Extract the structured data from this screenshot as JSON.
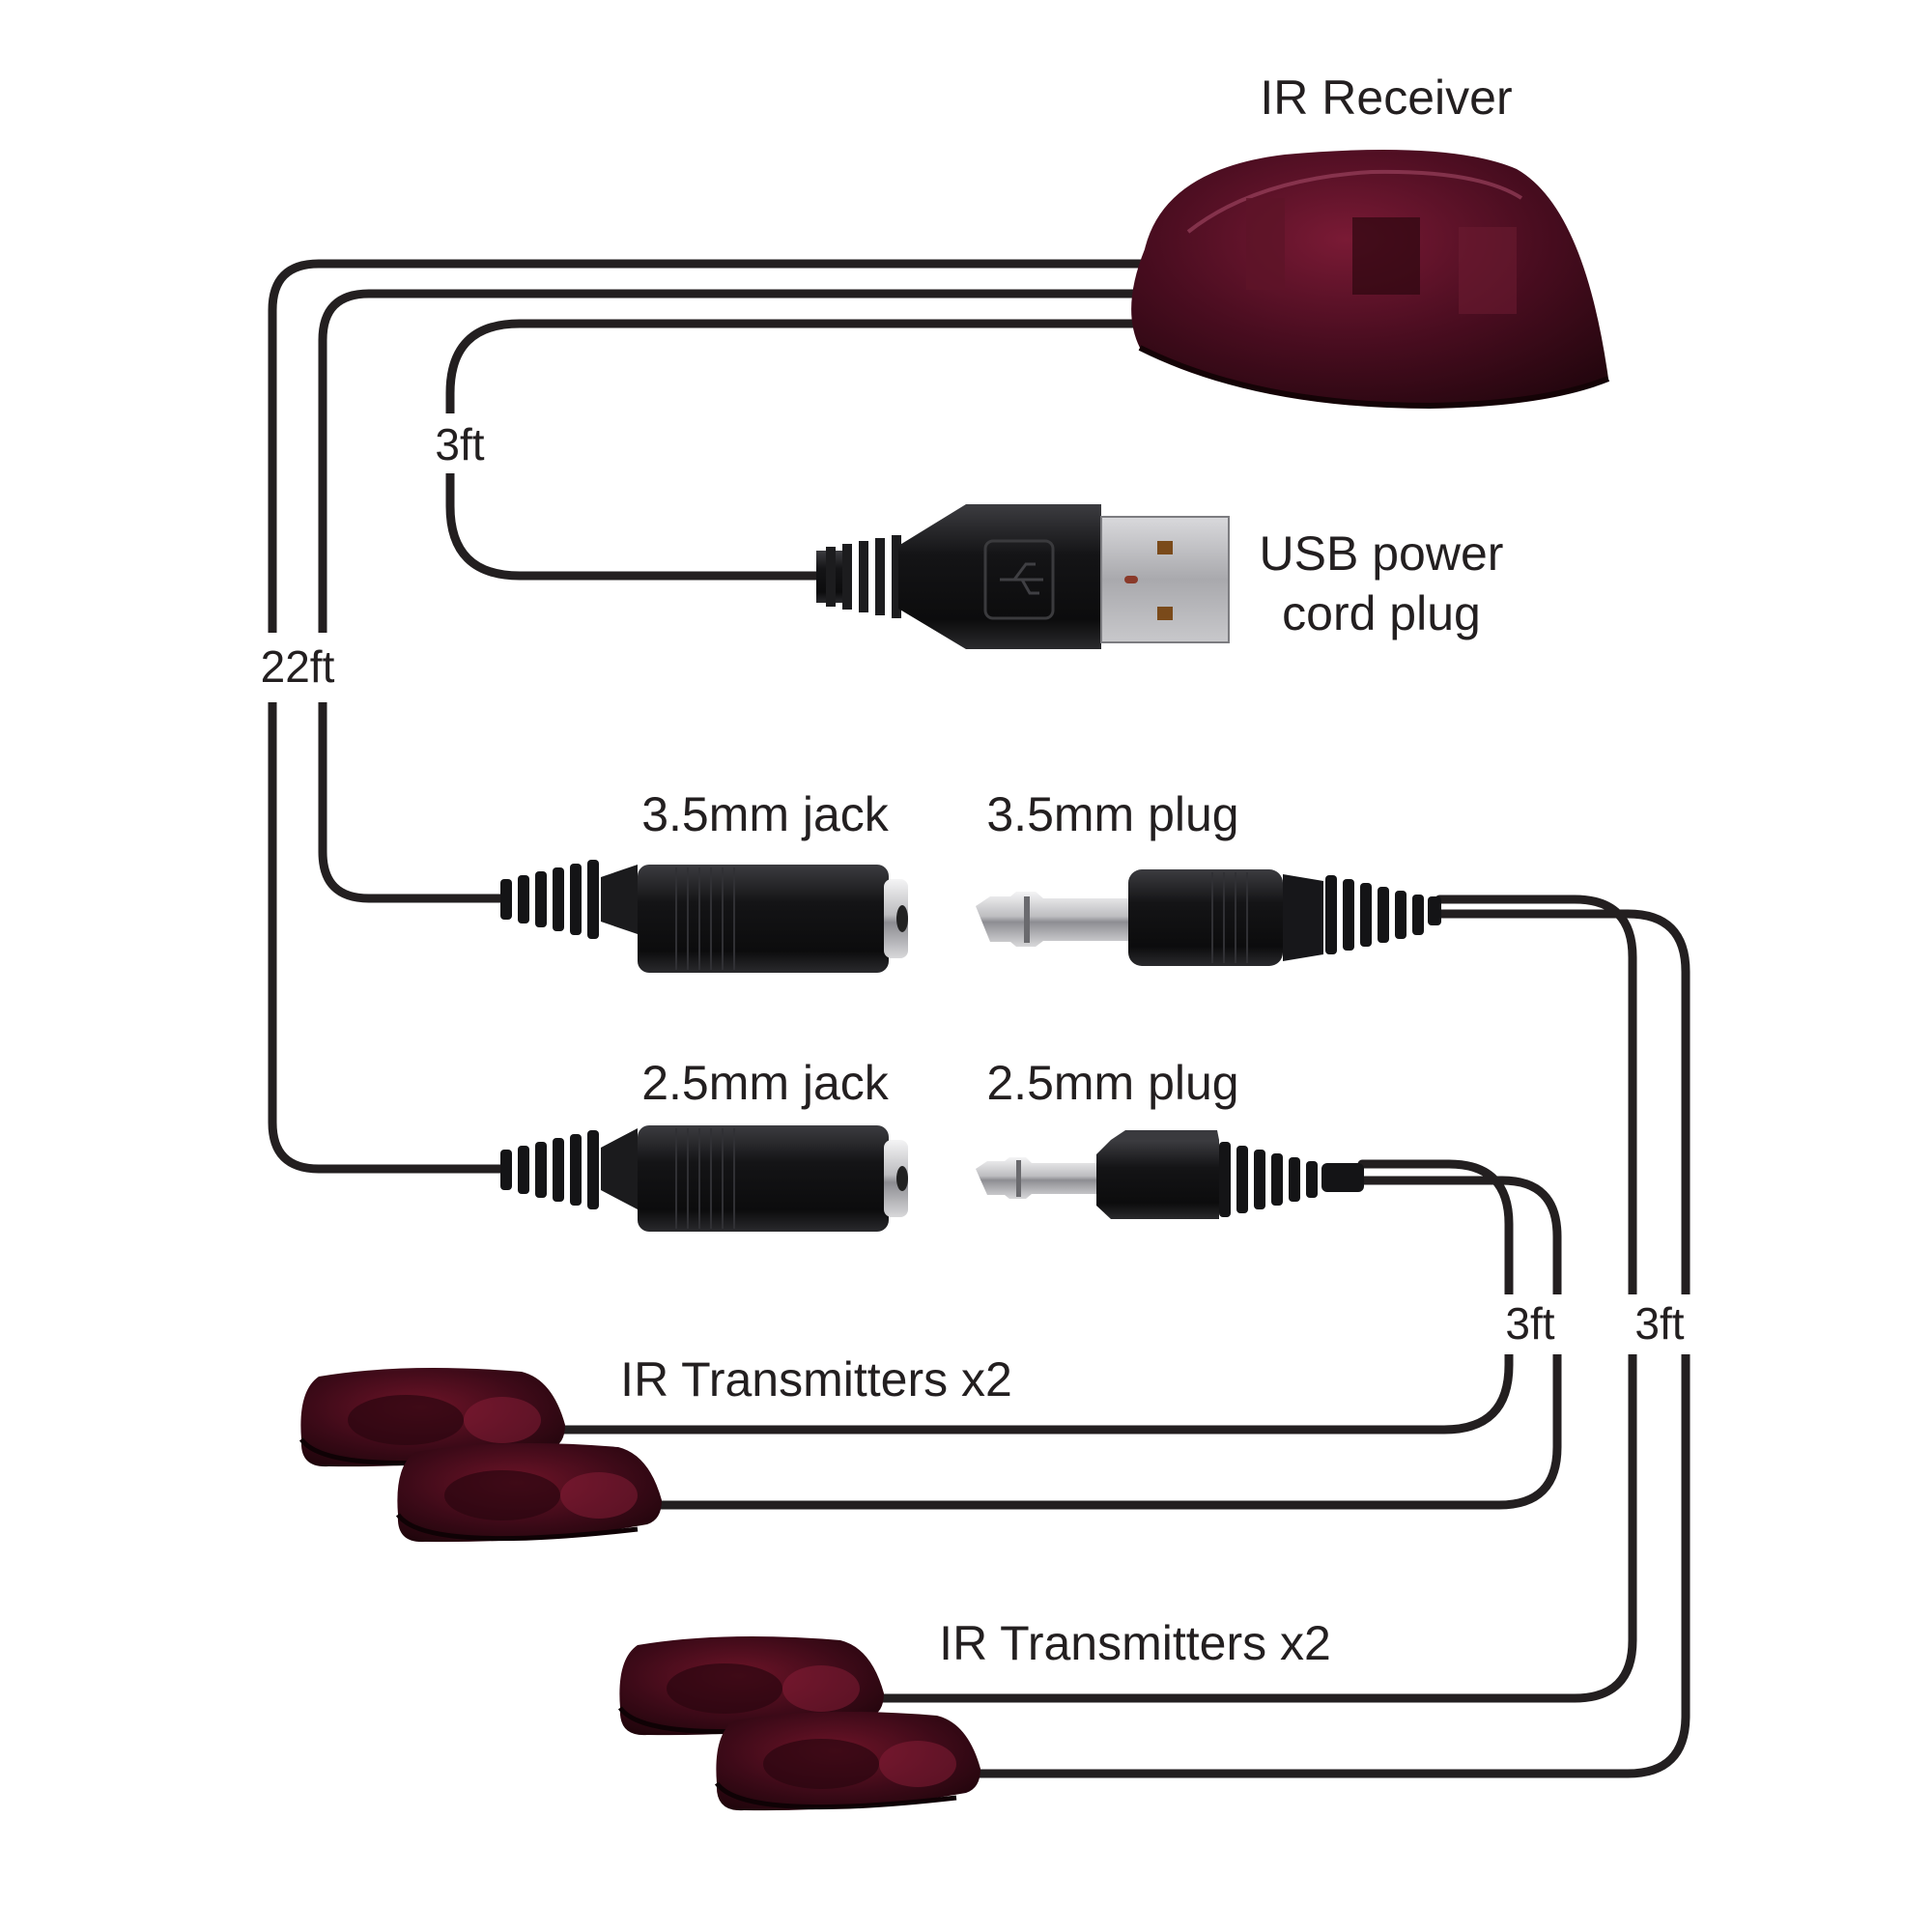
{
  "labels": {
    "ir_receiver": "IR Receiver",
    "usb_line1": "USB power",
    "usb_line2": "cord plug",
    "jack_35": "3.5mm jack",
    "plug_35": "3.5mm plug",
    "jack_25": "2.5mm jack",
    "plug_25": "2.5mm plug",
    "ir_tx_1": "IR Transmitters x2",
    "ir_tx_2": "IR Transmitters x2"
  },
  "lengths": {
    "usb_cable": "3ft",
    "main_cable": "22ft",
    "tx_cable_25": "3ft",
    "tx_cable_35": "3ft"
  },
  "colors": {
    "cable": "#231f20",
    "connector": "#1a1a1c",
    "ir_housing": "#4a1020",
    "metal": "#b5b5b8"
  }
}
